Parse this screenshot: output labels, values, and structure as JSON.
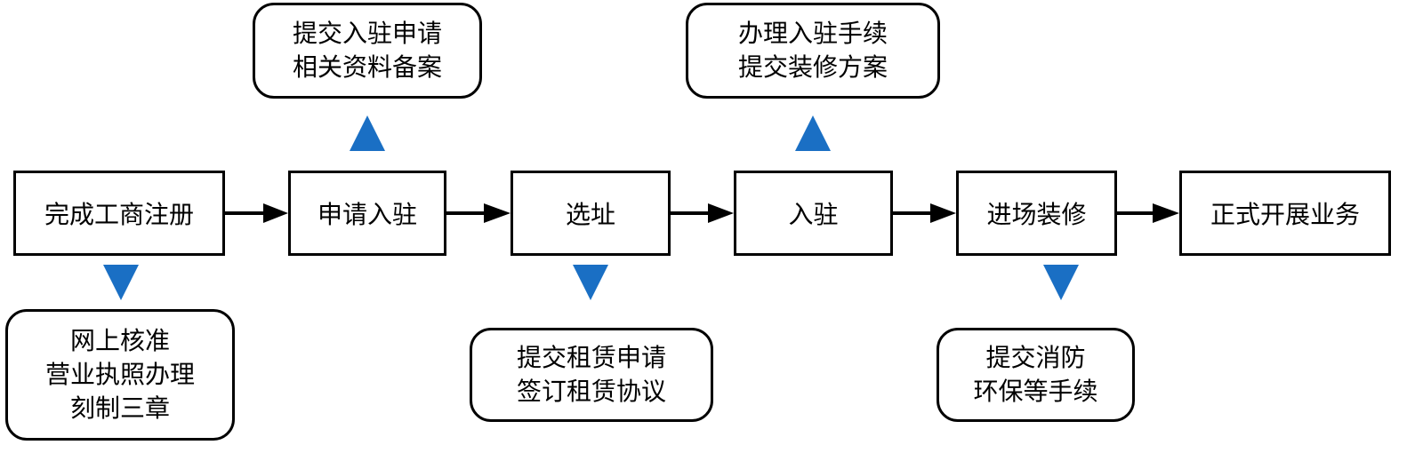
{
  "colors": {
    "box_border": "#000000",
    "flow_arrow": "#000000",
    "marker_triangle": "#1a6fc4",
    "background": "#ffffff"
  },
  "steps": [
    {
      "label": "完成工商注册"
    },
    {
      "label": "申请入驻"
    },
    {
      "label": "选址"
    },
    {
      "label": "入驻"
    },
    {
      "label": "进场装修"
    },
    {
      "label": "正式开展业务"
    }
  ],
  "notes": {
    "registration": [
      "网上核准",
      "营业执照办理",
      "刻制三章"
    ],
    "apply": [
      "提交入驻申请",
      "相关资料备案"
    ],
    "site": [
      "提交租赁申请",
      "签订租赁协议"
    ],
    "enter": [
      "办理入驻手续",
      "提交装修方案"
    ],
    "renovation": [
      "提交消防",
      "环保等手续"
    ]
  }
}
